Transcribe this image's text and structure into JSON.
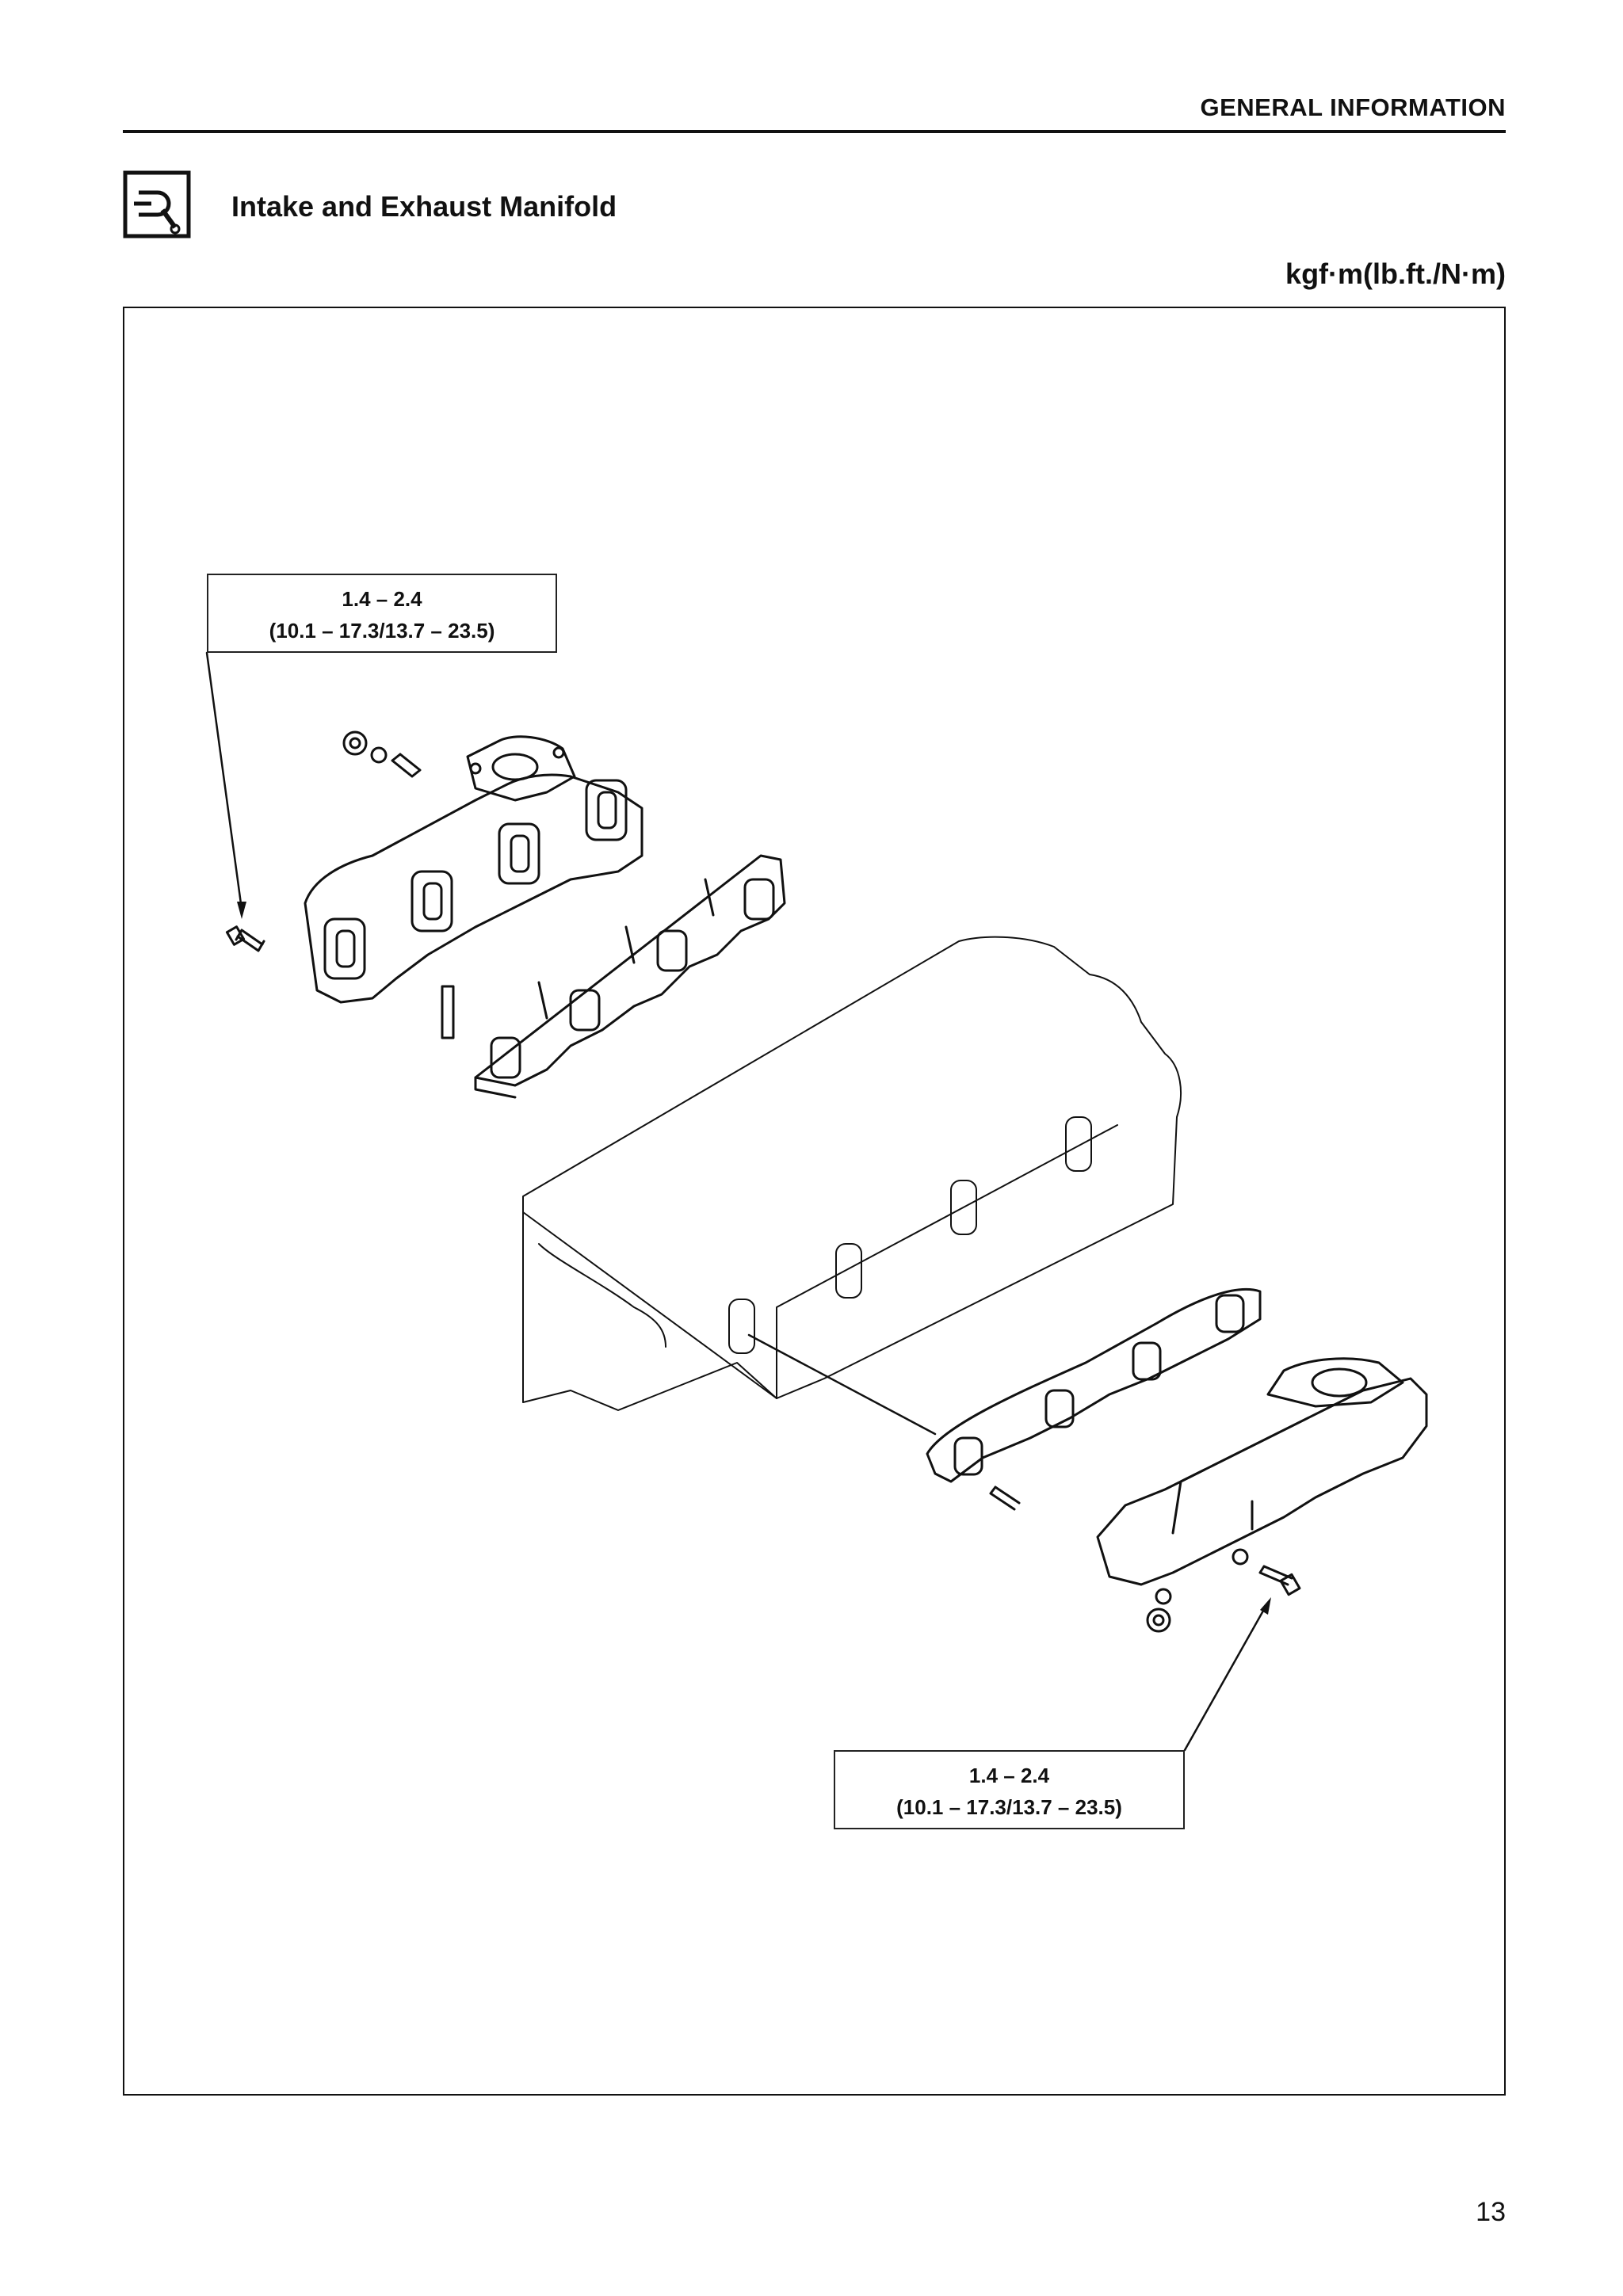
{
  "header": {
    "section": "GENERAL INFORMATION"
  },
  "title": "Intake and Exhaust Manifold",
  "units": "kgf·m(lb.ft./N·m)",
  "callouts": [
    {
      "value": "1.4 – 2.4",
      "range": "(10.1 – 17.3/13.7 – 23.5)"
    },
    {
      "value": "1.4 – 2.4",
      "range": "(10.1 – 17.3/13.7 – 23.5)"
    }
  ],
  "page_number": "13",
  "icons": {
    "torque": "torque-wrench-icon"
  }
}
